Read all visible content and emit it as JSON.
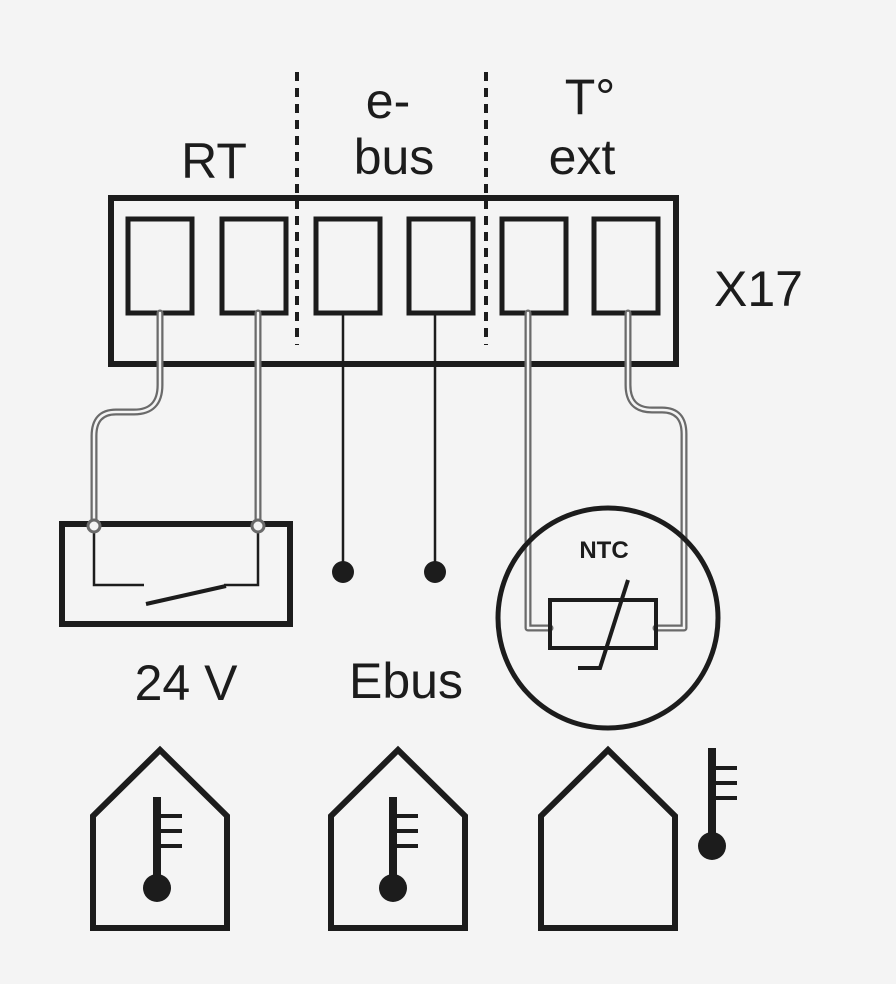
{
  "groups": {
    "rt": "RT",
    "ebus_line1": "e-",
    "ebus_line2": "bus",
    "text_line1": "T°",
    "text_line2": "ext"
  },
  "connector": {
    "name": "X17",
    "terminal_count": 6
  },
  "devices": {
    "room_thermostat_voltage": "24 V",
    "ebus_label": "Ebus",
    "sensor_label": "NTC"
  },
  "icons": [
    "house-with-indoor-thermometer-icon",
    "house-with-indoor-thermometer-icon",
    "house-with-outdoor-thermometer-icon"
  ],
  "colors": {
    "ink": "#1c1c1c",
    "wire": "#6a6a6a",
    "background": "#f4f4f4"
  }
}
